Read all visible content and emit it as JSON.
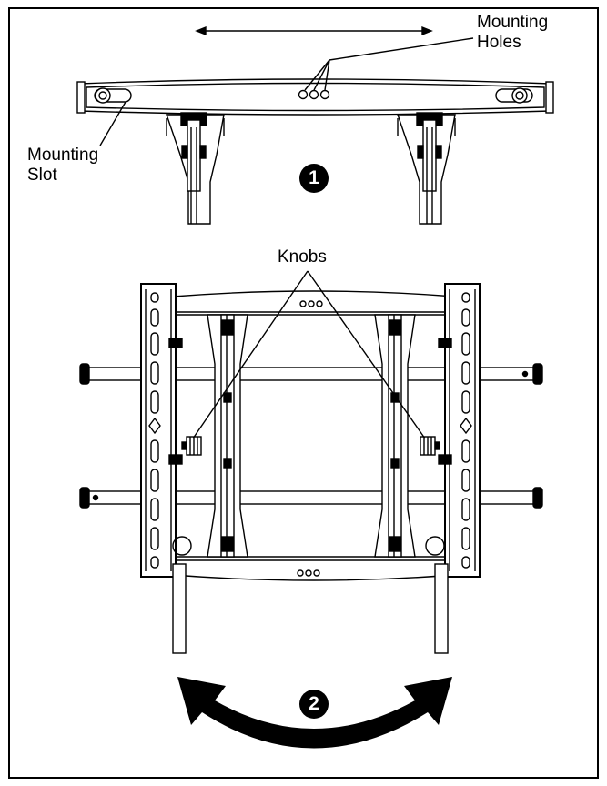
{
  "labels": {
    "mounting_holes_line1": "Mounting",
    "mounting_holes_line2": "Holes",
    "mounting_slot_line1": "Mounting",
    "mounting_slot_line2": "Slot",
    "knobs": "Knobs"
  },
  "steps": {
    "step1": "1",
    "step2": "2"
  }
}
